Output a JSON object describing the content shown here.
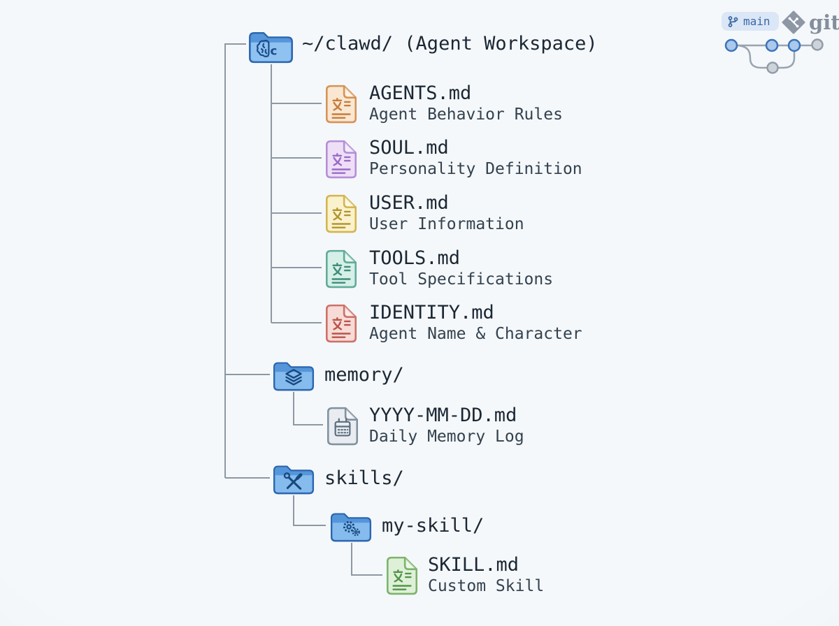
{
  "header": {
    "branch_badge": "main",
    "git_label": "git"
  },
  "root": {
    "label": "~/clawd/ (Agent Workspace)"
  },
  "files": [
    {
      "name": "AGENTS.md",
      "desc": "Agent Behavior Rules",
      "fill": "#fae7d2",
      "stroke": "#d69356",
      "glyph": "#c67c3b"
    },
    {
      "name": "SOUL.md",
      "desc": "Personality Definition",
      "fill": "#eedff7",
      "stroke": "#b48fd8",
      "glyph": "#9a6bc7"
    },
    {
      "name": "USER.md",
      "desc": "User Information",
      "fill": "#faf2cd",
      "stroke": "#d4b550",
      "glyph": "#b3942e"
    },
    {
      "name": "TOOLS.md",
      "desc": "Tool Specifications",
      "fill": "#d6efe7",
      "stroke": "#61ab99",
      "glyph": "#3d8d7a"
    },
    {
      "name": "IDENTITY.md",
      "desc": "Agent Name & Character",
      "fill": "#f7dbd6",
      "stroke": "#cc7168",
      "glyph": "#b9544a"
    }
  ],
  "memory": {
    "label": "memory/"
  },
  "memory_file": {
    "name": "YYYY-MM-DD.md",
    "desc": "Daily Memory Log",
    "fill": "#e9edf1",
    "stroke": "#8191a0",
    "glyph": "#5a6c7e"
  },
  "skills": {
    "label": "skills/"
  },
  "my_skill": {
    "label": "my-skill/"
  },
  "skill_file": {
    "name": "SKILL.md",
    "desc": "Custom Skill",
    "fill": "#dff0d9",
    "stroke": "#7cb46b",
    "glyph": "#539548"
  },
  "colors": {
    "background": "#f3f6f9",
    "tree_line": "#8d98a4",
    "folder_body": "#86bbee",
    "folder_tab": "#5596da",
    "folder_stroke": "#2b66b0",
    "folder_glyph": "#1b4d8b",
    "badge_bg": "#dbe7f7",
    "badge_text": "#3c68a2",
    "git_gray": "#8d97a5",
    "graph_line": "#9aa4b0",
    "node_blue_fill": "#abc9ec",
    "node_blue_stroke": "#3c73ba",
    "node_gray_fill": "#cdd3da",
    "node_gray_stroke": "#929ca8"
  }
}
